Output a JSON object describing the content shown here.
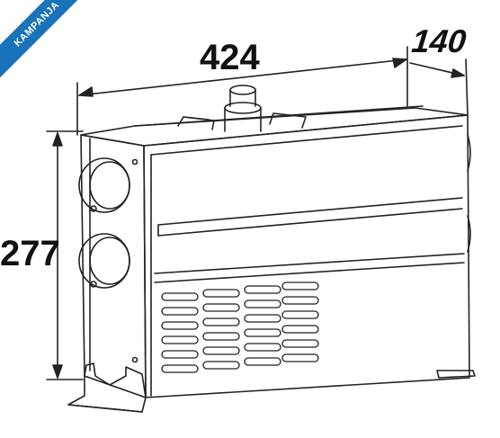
{
  "badge": {
    "label": "KAMPANJA",
    "color": "#1a73b8"
  },
  "dimensions": {
    "width": "424",
    "depth": "140",
    "height": "277"
  },
  "colors": {
    "line": "#222222",
    "background": "#ffffff"
  }
}
